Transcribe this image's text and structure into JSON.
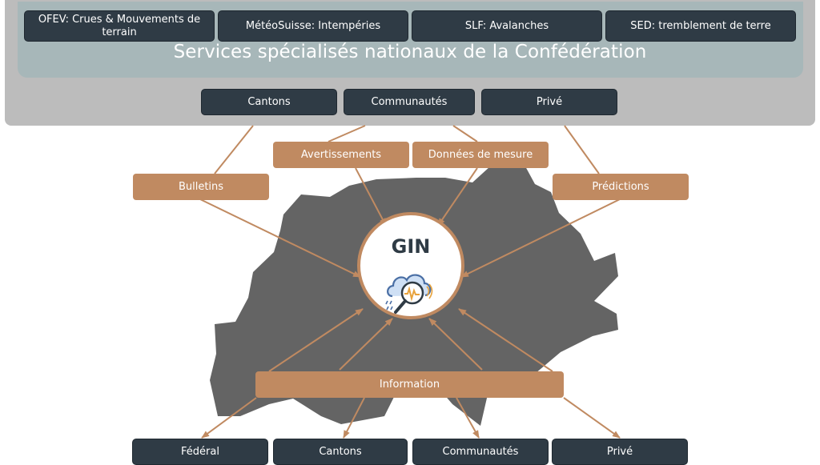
{
  "panel": {
    "title": "Services spécialisés nationaux de la Confédération",
    "services": [
      "OFEV: Crues & Mouvements de terrain",
      "MétéoSuisse: Intempéries",
      "SLF: Avalanches",
      "SED: tremblement de terre"
    ],
    "partners": [
      "Cantons",
      "Communautés",
      "Privé"
    ]
  },
  "inputs": {
    "warnings": "Avertissements",
    "measurements": "Données de mesure",
    "bulletins": "Bulletins",
    "predictions": "Prédictions"
  },
  "center": {
    "label": "GIN",
    "icon": "weather-analysis-icon"
  },
  "output": {
    "label": "Information"
  },
  "recipients": [
    "Fédéral",
    "Cantons",
    "Communautés",
    "Privé"
  ],
  "colors": {
    "panel_gray": "#bcbcbc",
    "panel_teal": "#a7b7b9",
    "dark_box": "#2f3b45",
    "accent_tan": "#c08a61",
    "map_gray": "#646464"
  }
}
